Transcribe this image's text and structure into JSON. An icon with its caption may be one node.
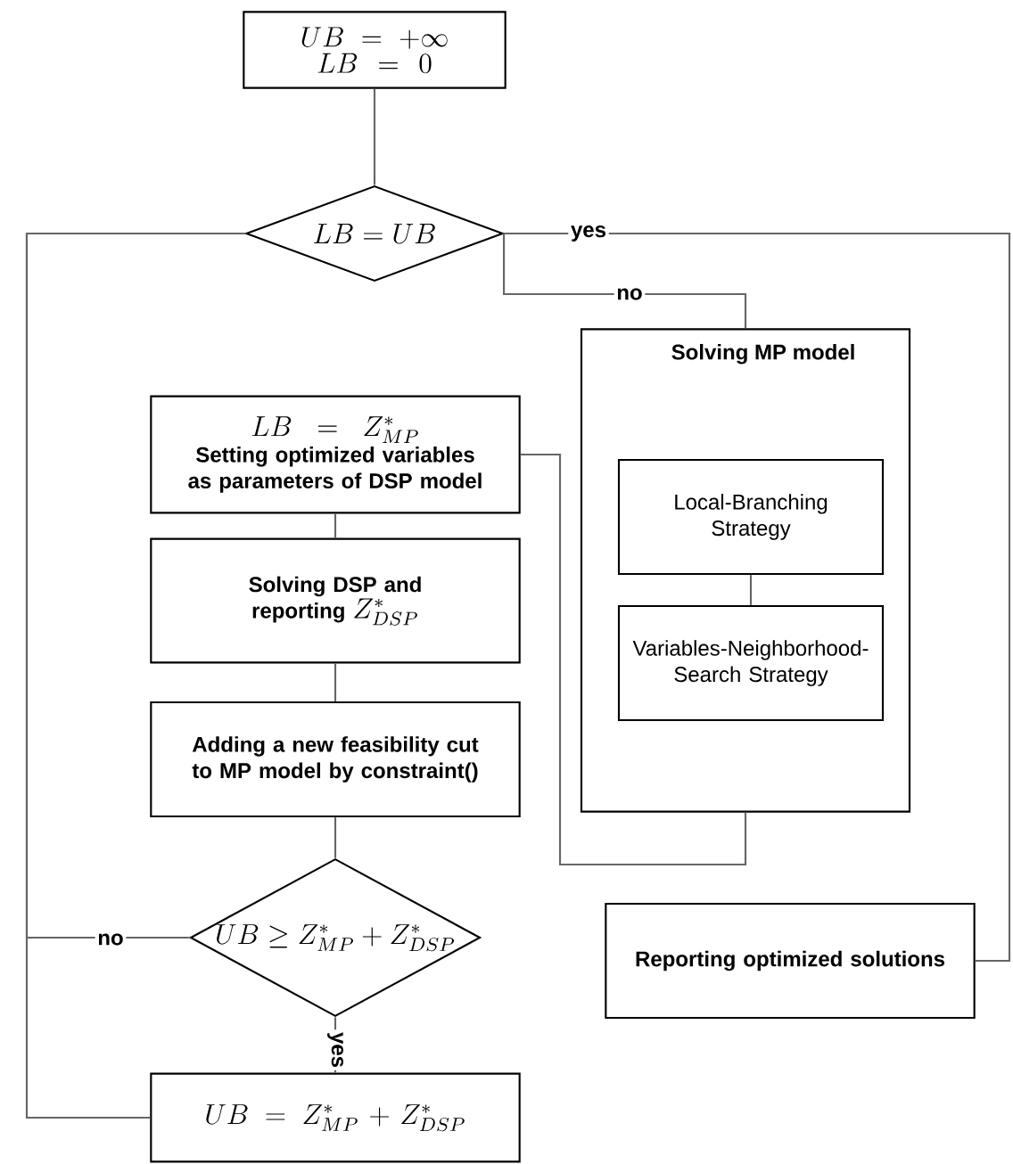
{
  "diagram": {
    "nodes": [
      {
        "text": [
          "UB=+\\infty",
          "LB=0"
        ]
      },
      {
        "text": [
          "LB=UB"
        ]
      },
      {
        "text": [
          "Solving MP model"
        ]
      },
      {
        "text": [
          "Local-Branching Strategy"
        ],
        "in": 2
      },
      {
        "text": [
          "Variables-Neighborhood-Search Strategy"
        ],
        "in": 2
      },
      {
        "text": [
          "LB=Z^{*}_{MP}",
          "Setting optimized variables as parameters of DSP model"
        ]
      },
      {
        "text": [
          "Solving DSP and reporting",
          "Z^{*}_{DSP}"
        ]
      },
      {
        "text": [
          "Adding a new feasibility cut to MP model by constraint()"
        ]
      },
      {
        "text": [
          "UB\\geq Z^{*}_{MP}+Z^{*}_{DSP}"
        ]
      },
      {
        "text": [
          "UB=Z^{*}_{MP}+Z^{*}_{DSP}"
        ]
      },
      {
        "text": [
          "Reporting optimized solutions"
        ]
      }
    ],
    "edges": [
      {
        "from": 0,
        "to": 1,
        "arrow": "none"
      },
      {
        "from": 1,
        "to": 2,
        "arrow": "none",
        "label": "no"
      },
      {
        "from": 1,
        "to": 10,
        "arrow": "none",
        "label": "yes"
      },
      {
        "from": 3,
        "to": 4,
        "arrow": "none"
      },
      {
        "from": 2,
        "to": 5,
        "arrow": "none"
      },
      {
        "from": 5,
        "to": 6,
        "arrow": "none"
      },
      {
        "from": 6,
        "to": 7,
        "arrow": "none"
      },
      {
        "from": 7,
        "to": 8,
        "arrow": "none"
      },
      {
        "from": 8,
        "to": 9,
        "arrow": "none",
        "label": "yes"
      },
      {
        "from": 8,
        "to": 1,
        "arrow": "none",
        "label": "no"
      },
      {
        "from": 9,
        "to": 1,
        "arrow": "none"
      }
    ]
  }
}
